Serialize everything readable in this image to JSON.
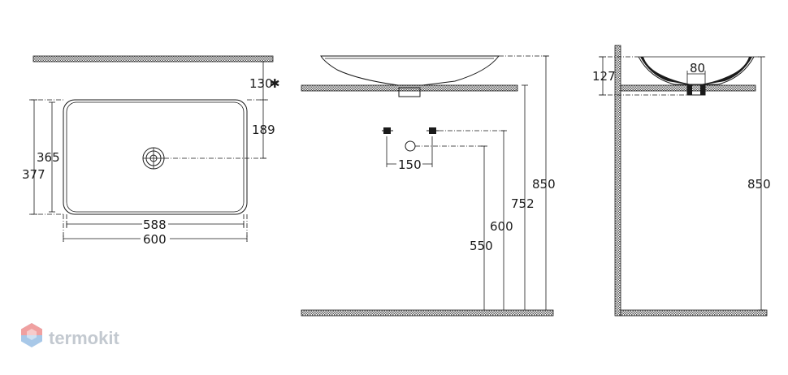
{
  "brand": {
    "name": "termokit",
    "colors": {
      "logo_top": "#f0a0a0",
      "logo_bottom": "#a8c8e8",
      "logo_text": "#c3c9d0"
    }
  },
  "dimensions": {
    "top_gap": "130",
    "drain_offset": "189",
    "inner_depth": "365",
    "outer_depth": "377",
    "inner_width": "588",
    "outer_width": "600",
    "tap_spacing": "150",
    "floor_550": "550",
    "floor_600": "600",
    "floor_752": "752",
    "floor_850_front": "850",
    "bowl_height": "127",
    "drain_diameter": "80",
    "floor_850_side": "850"
  },
  "marker": "✱"
}
